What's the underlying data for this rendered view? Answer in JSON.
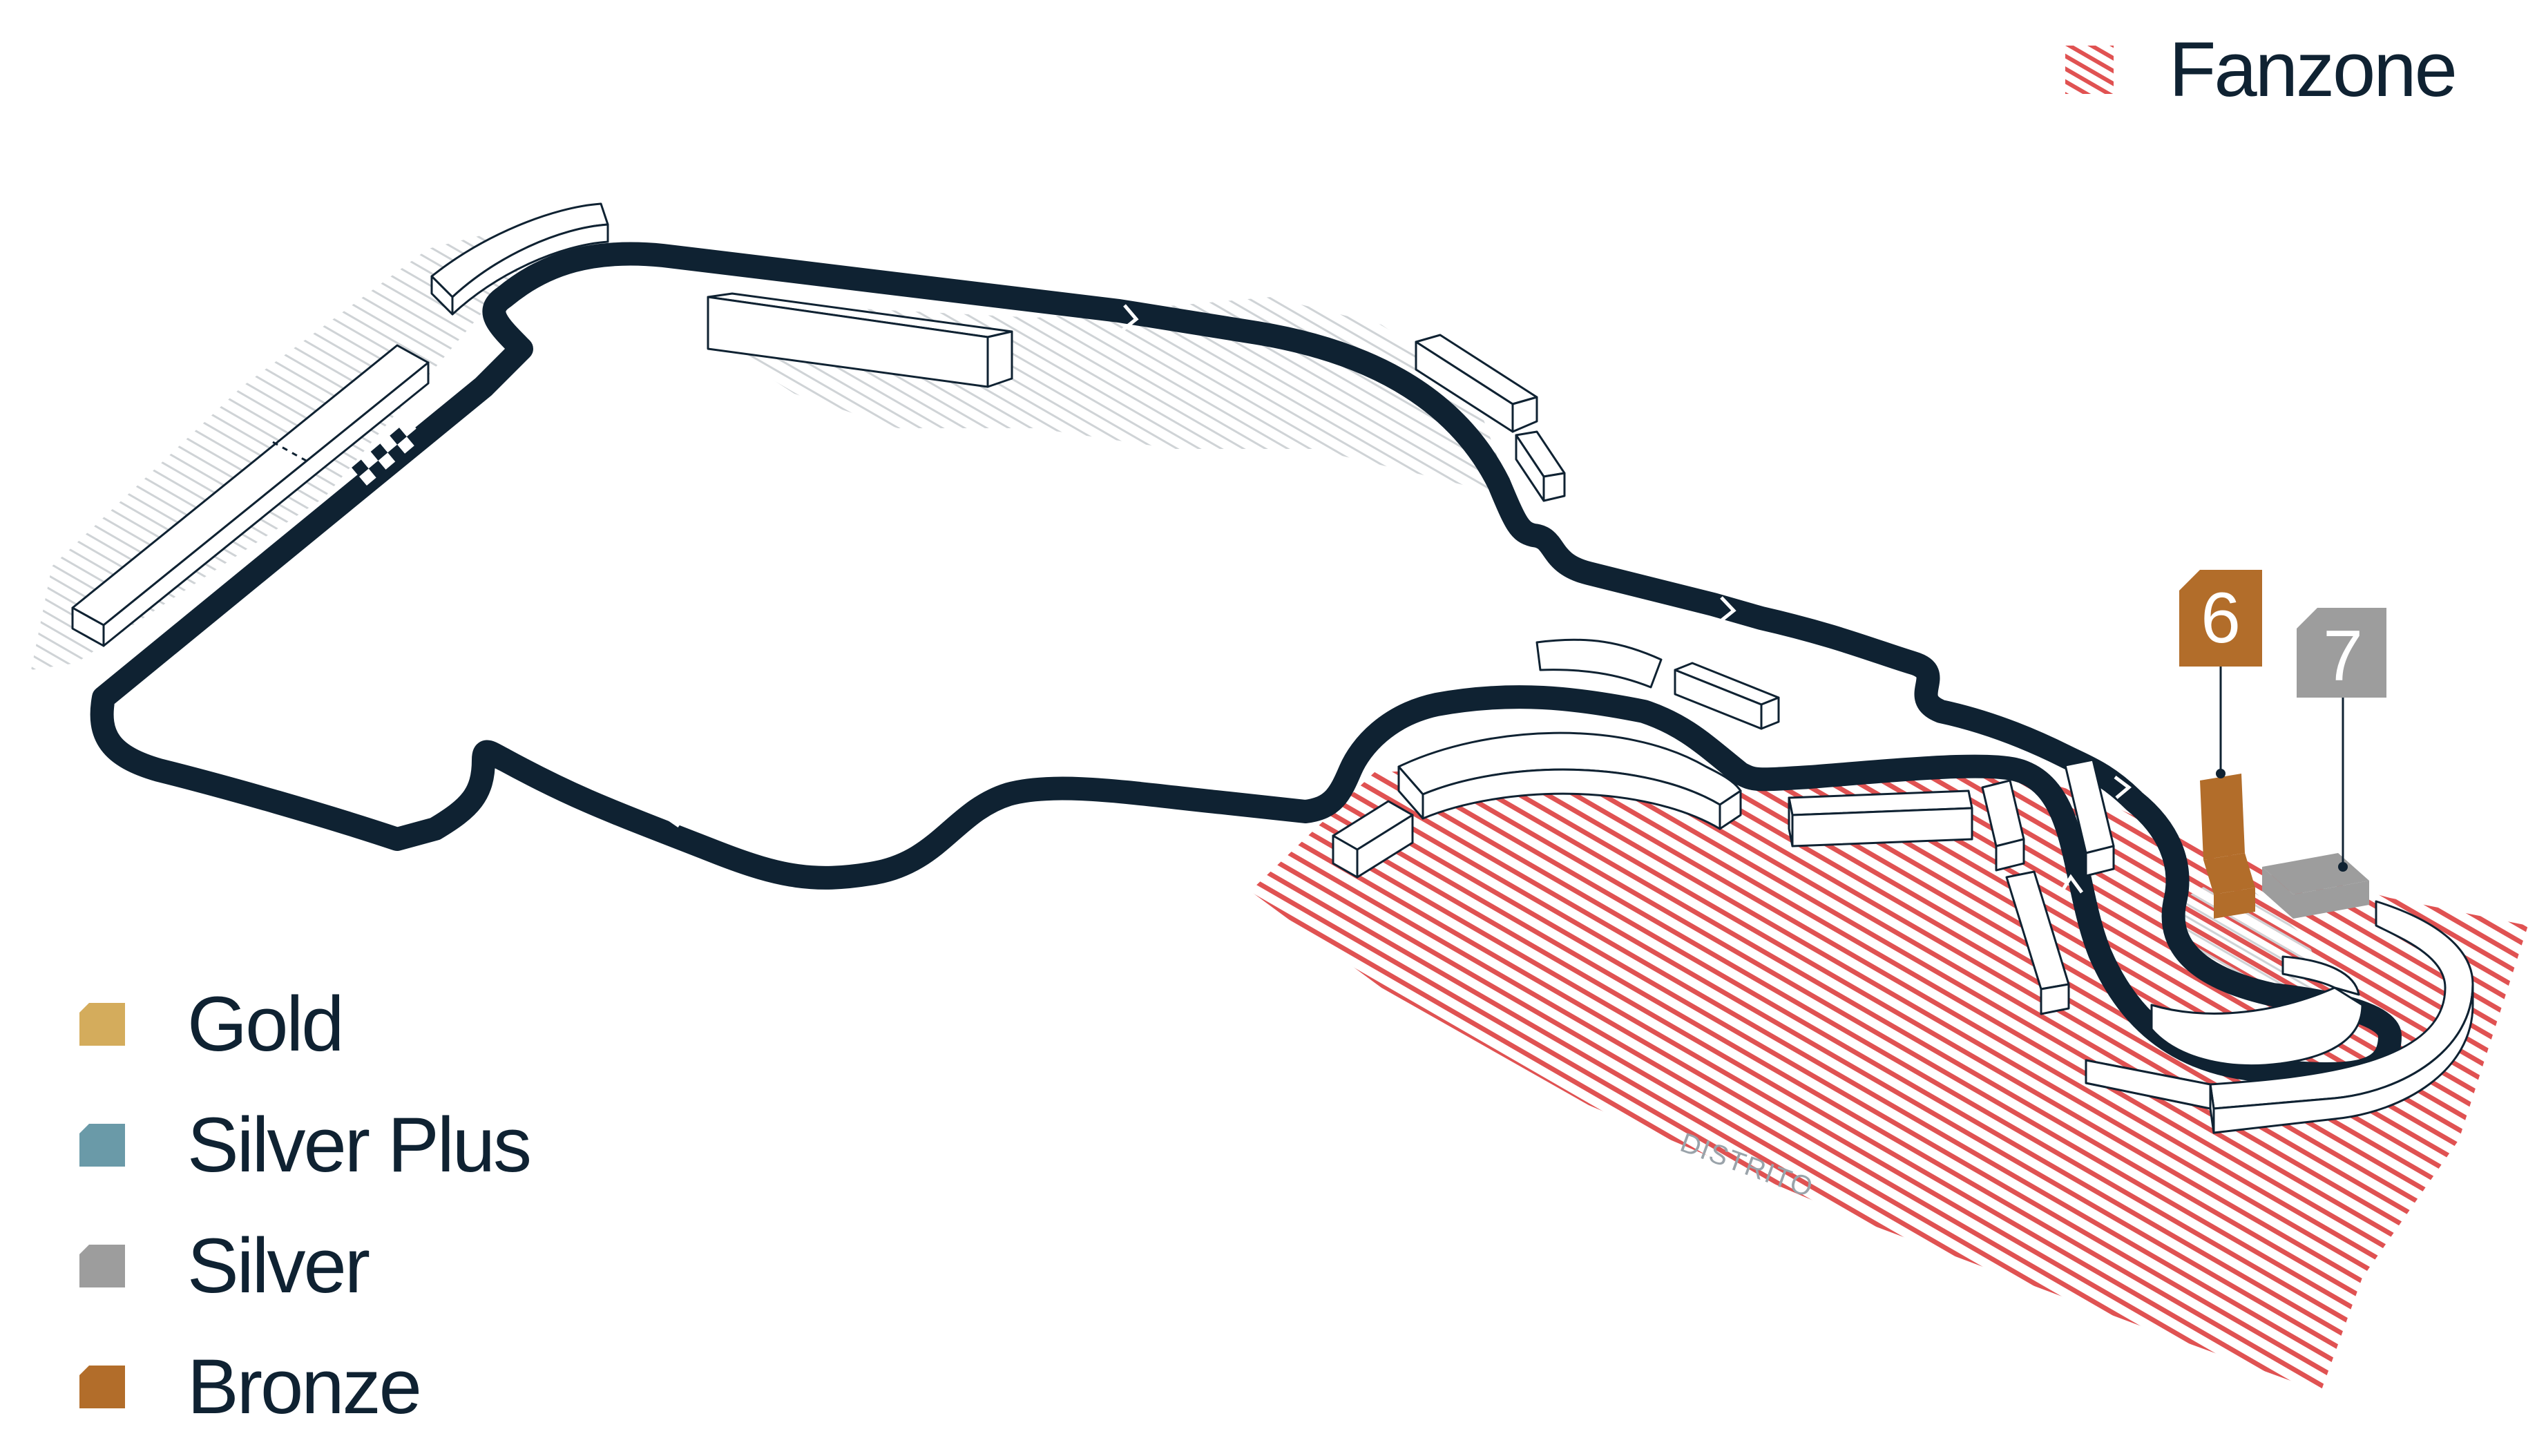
{
  "legend": {
    "items": [
      {
        "label": "Gold",
        "color": "#d4ac5c"
      },
      {
        "label": "Silver Plus",
        "color": "#6a9aa8"
      },
      {
        "label": "Silver",
        "color": "#9d9d9d"
      },
      {
        "label": "Bronze",
        "color": "#b26d2a"
      }
    ]
  },
  "fanzone": {
    "label": "Fanzone",
    "color": "#e05252"
  },
  "map": {
    "district_label": "DISTRITO",
    "track_color": "#0f2232",
    "markers": [
      {
        "number": "6",
        "tier": "Bronze",
        "color": "#b26d2a"
      },
      {
        "number": "7",
        "tier": "Silver",
        "color": "#9d9d9d"
      }
    ]
  }
}
